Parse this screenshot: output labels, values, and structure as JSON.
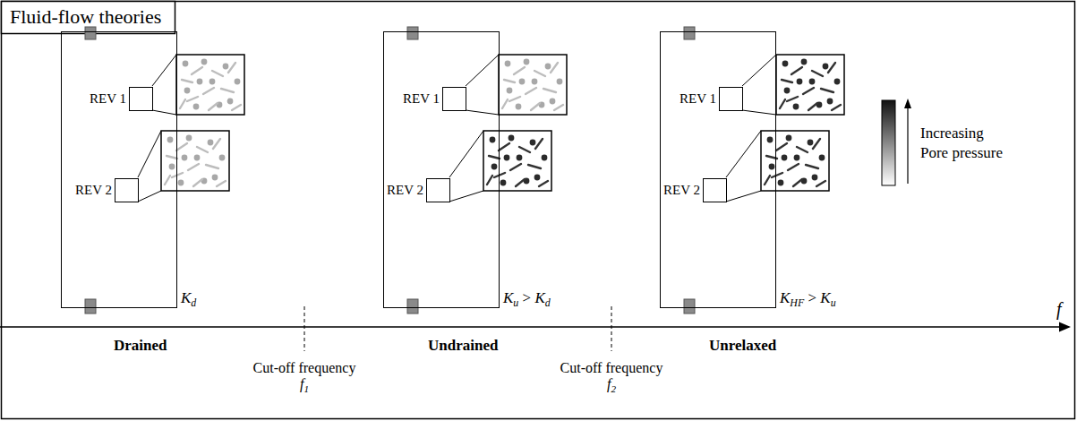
{
  "diagram": {
    "title": "Fluid-flow theories",
    "nodes": [
      {
        "text": [
          "Kd"
        ]
      },
      {
        "text": [
          "REV 1"
        ],
        "in": 0
      },
      {
        "text": [
          "REV 2"
        ],
        "in": 0
      },
      {
        "text": [
          "Ku > Kd"
        ]
      },
      {
        "text": [
          "REV 1"
        ],
        "in": 3
      },
      {
        "text": [
          "REV 2"
        ],
        "in": 3
      },
      {
        "text": [
          "KHF > Ku"
        ]
      },
      {
        "text": [
          "REV 1"
        ],
        "in": 6
      },
      {
        "text": [
          "REV 2"
        ],
        "in": 6
      }
    ],
    "edges": [],
    "labels": [
      "Drained",
      "Undrained",
      "Unrelaxed",
      "Cut-off frequency f1",
      "Cut-off frequency f2",
      "f"
    ],
    "legend": [
      {
        "text": "Increasing Pore pressure"
      }
    ]
  }
}
